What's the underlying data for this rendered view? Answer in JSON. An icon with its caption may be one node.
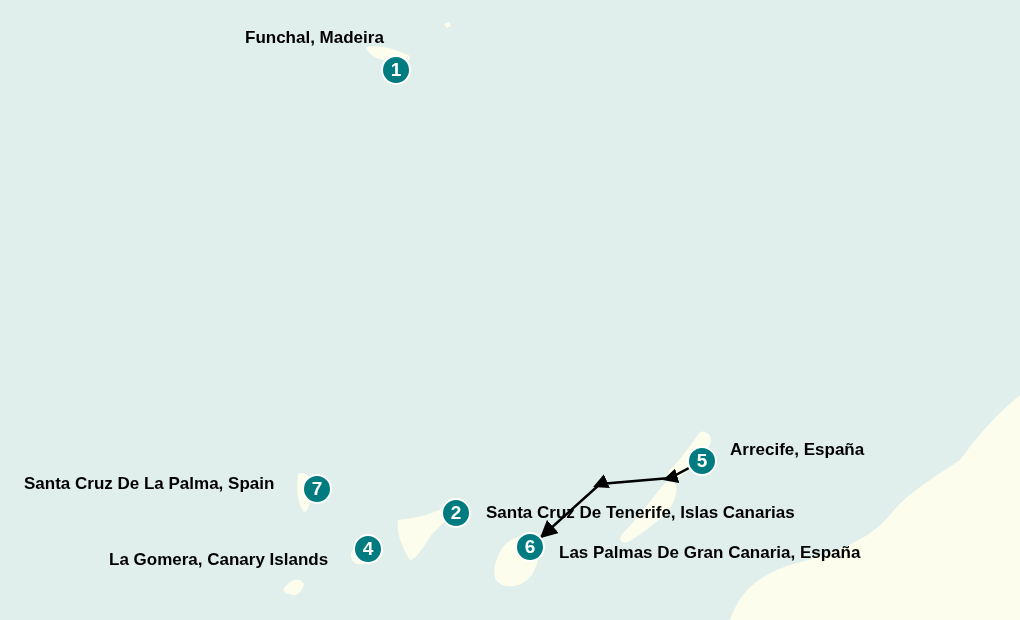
{
  "diagram": {
    "nodes": [
      {
        "text": [
          "1"
        ],
        "beside": [
          "Funchal, Madeira"
        ]
      },
      {
        "text": [
          "5"
        ],
        "beside": [
          "Arrecife, España"
        ]
      },
      {
        "text": [
          "7"
        ],
        "beside": [
          "Santa Cruz De La Palma, Spain"
        ]
      },
      {
        "text": [
          "2"
        ],
        "beside": [
          "Santa Cruz De Tenerife, Islas Canarias"
        ]
      },
      {
        "text": [
          "6"
        ],
        "beside": [
          "Las Palmas De Gran Canaria, España"
        ]
      },
      {
        "text": [
          "4"
        ],
        "beside": [
          "La Gomera, Canary Islands"
        ]
      }
    ],
    "edges": [
      {
        "from": 1,
        "to": 4,
        "arrow": "to"
      }
    ]
  }
}
